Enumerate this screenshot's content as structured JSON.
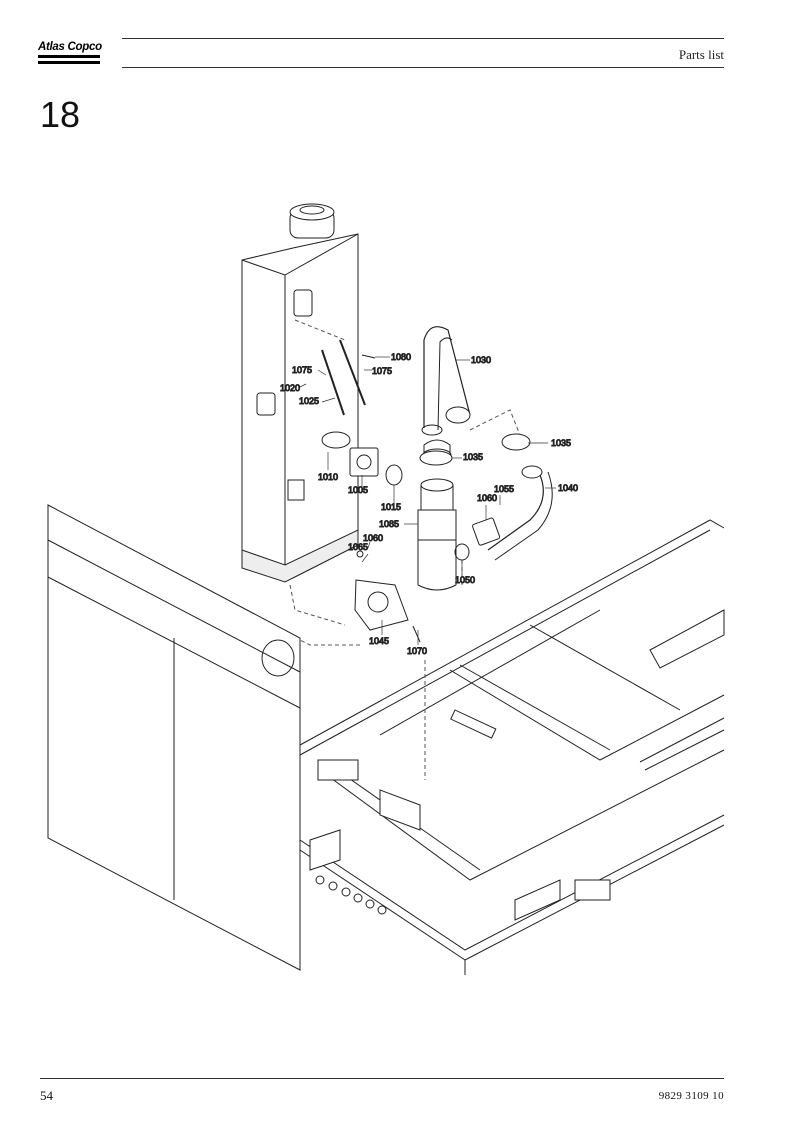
{
  "header": {
    "brand": "Atlas Copco",
    "title": "Parts list"
  },
  "section_number": "18",
  "callouts": {
    "c1005": "1005",
    "c1010": "1010",
    "c1015": "1015",
    "c1020": "1020",
    "c1025": "1025",
    "c1030": "1030",
    "c1035a": "1035",
    "c1035b": "1035",
    "c1040": "1040",
    "c1045": "1045",
    "c1050": "1050",
    "c1055": "1055",
    "c1060a": "1060",
    "c1060b": "1060",
    "c1065": "1065",
    "c1070": "1070",
    "c1075a": "1075",
    "c1075b": "1075",
    "c1080": "1080",
    "c1085": "1085"
  },
  "footer": {
    "page_number": "54",
    "document_number": "9829  3109  10"
  }
}
